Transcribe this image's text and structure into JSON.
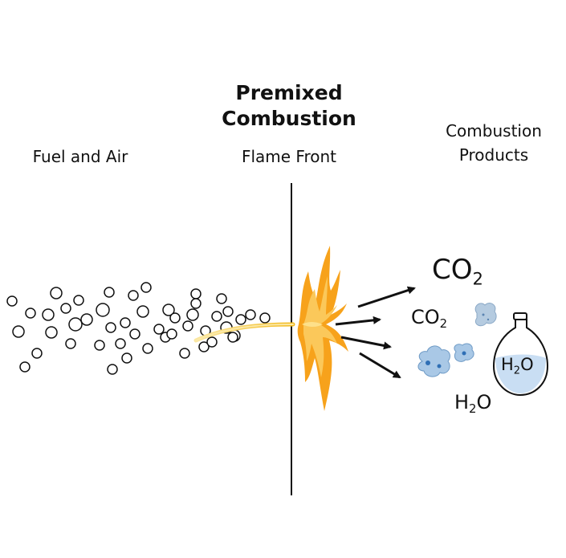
{
  "title_line1": "Premixed",
  "title_line2": "Combustion",
  "label_fuel_air": "Fuel and Air",
  "label_flame_front": "Flame Front",
  "label_products_line1": "Combustion",
  "label_products_line2": "Products",
  "co2_large": {
    "main": "CO",
    "sub": "2"
  },
  "co2_small": {
    "main": "CO",
    "sub": "2"
  },
  "h2o_text": {
    "main": "H",
    "sub": "2",
    "tail": "O"
  },
  "h2o_jug": {
    "main": "H",
    "sub": "2",
    "tail": "O"
  },
  "colors": {
    "flame_outer": "#f7a21b",
    "flame_inner": "#fde08a",
    "fuel_stream": "#f2c230",
    "water_blob": "#a9c8e6",
    "water_dot": "#2f6fb5",
    "jug_fill": "#c9def3"
  }
}
